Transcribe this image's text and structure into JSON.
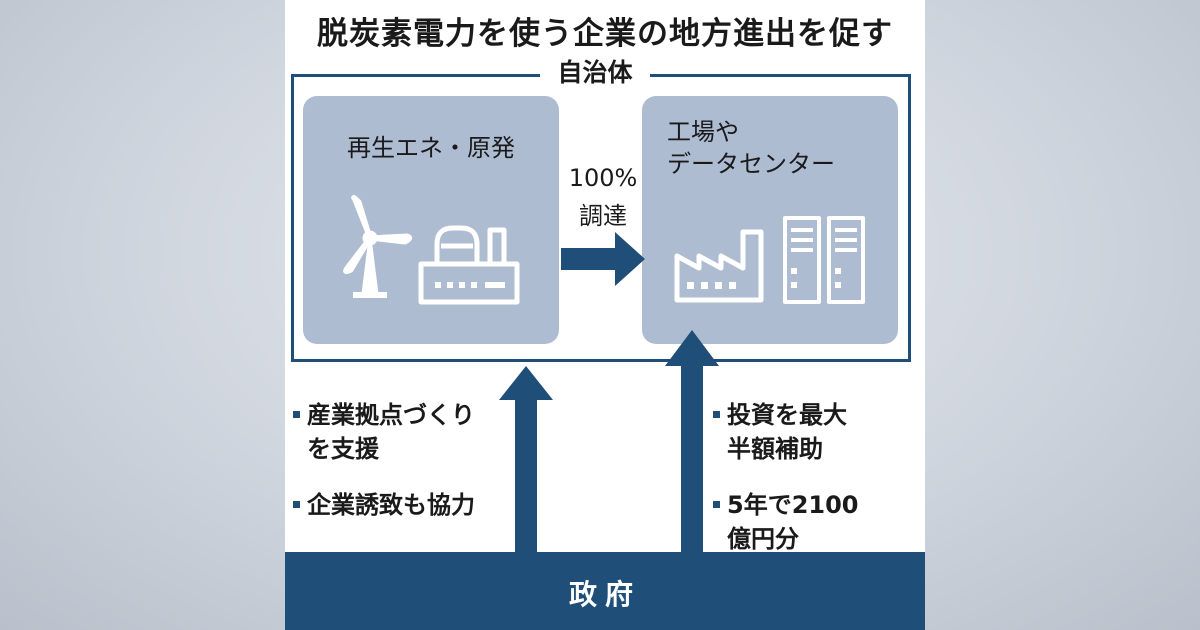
{
  "title": "脱炭素電力を使う企業の地方進出を促す",
  "frame_label": "自治体",
  "left_panel": {
    "label": "再生エネ・原発"
  },
  "right_panel": {
    "label_line1": "工場や",
    "label_line2": "データセンター"
  },
  "middle_arrow": {
    "line1": "100%",
    "line2": "調達"
  },
  "left_bullets": [
    {
      "line1": "産業拠点づくり",
      "line2": "を支援"
    },
    {
      "line1": "企業誘致も協力"
    }
  ],
  "right_bullets": [
    {
      "line1": "投資を最大",
      "line2": "半額補助"
    },
    {
      "line1": "5年で2100",
      "line2": "億円分"
    }
  ],
  "government_label": "政府",
  "colors": {
    "navy": "#1f4e79",
    "panel": "#aebcd2",
    "icon_stroke": "#ffffff"
  },
  "icons": [
    "wind-turbine-icon",
    "nuclear-plant-icon",
    "factory-icon",
    "data-center-icon"
  ]
}
